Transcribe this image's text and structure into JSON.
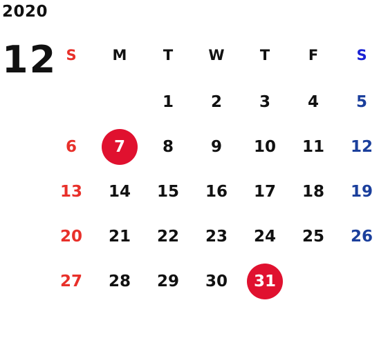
{
  "calendar": {
    "year": "2020",
    "month": "12",
    "weekdays": [
      "S",
      "M",
      "T",
      "W",
      "T",
      "F",
      "S"
    ],
    "weeks": [
      [
        "",
        "",
        "1",
        "2",
        "3",
        "4",
        "5"
      ],
      [
        "6",
        "7",
        "8",
        "9",
        "10",
        "11",
        "12"
      ],
      [
        "13",
        "14",
        "15",
        "16",
        "17",
        "18",
        "19"
      ],
      [
        "20",
        "21",
        "22",
        "23",
        "24",
        "25",
        "26"
      ],
      [
        "27",
        "28",
        "29",
        "30",
        "31",
        "",
        ""
      ]
    ],
    "highlighted_days": [
      "7",
      "31"
    ]
  },
  "colors": {
    "sunday": "#e8302a",
    "saturday": "#1b3f9c",
    "saturday_header": "#1a22d4",
    "highlight": "#e0112f",
    "text": "#111111"
  }
}
